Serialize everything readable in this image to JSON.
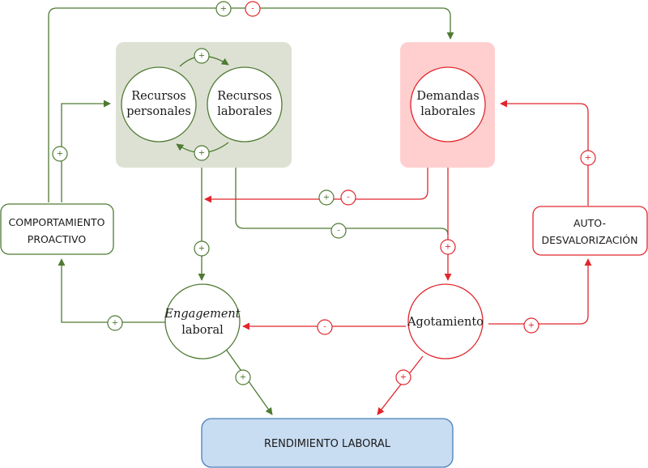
{
  "colors": {
    "green": "#4e7a32",
    "red": "#e0262c",
    "green_box": "#dde1d3",
    "red_box": "#ffcfcf",
    "blue_box": "#c8dcf2",
    "blue_border": "#4a7fb8"
  },
  "nodes": {
    "recursos_personales": {
      "line1": "Recursos",
      "line2": "personales"
    },
    "recursos_laborales": {
      "line1": "Recursos",
      "line2": "laborales"
    },
    "demandas_laborales": {
      "line1": "Demandas",
      "line2": "laborales"
    },
    "comportamiento_proactivo": {
      "line1": "COMPORTAMIENTO",
      "line2": "PROACTIVO"
    },
    "auto_desvalorizacion": {
      "line1": "AUTO-",
      "line2": "DESVALORIZACIÓN"
    },
    "engagement": {
      "line1": "Engagement",
      "line2": "laboral"
    },
    "agotamiento": {
      "label": "Agotamiento"
    },
    "rendimiento": {
      "label": "RENDIMIENTO LABORAL"
    }
  },
  "signs": {
    "plus": "+",
    "minus": "-"
  }
}
